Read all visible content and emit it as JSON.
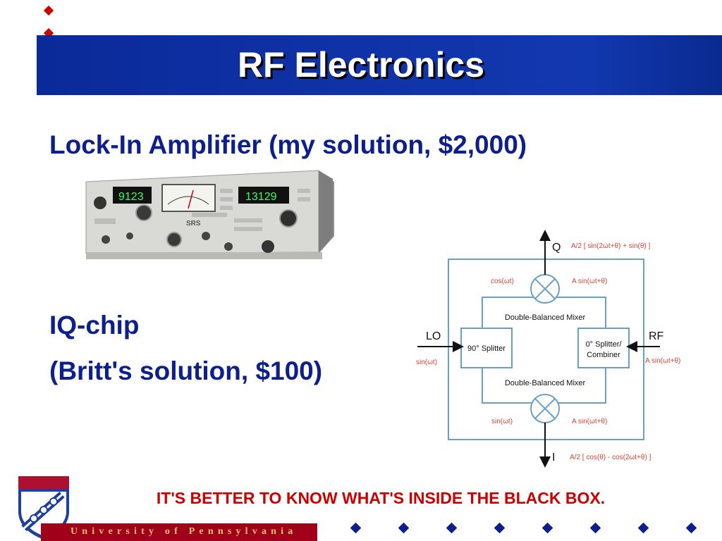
{
  "slide": {
    "title": "RF Electronics",
    "heading_lockin": "Lock-In Amplifier (my solution, $2,000)",
    "heading_iq": "IQ-chip",
    "heading_iq_sub": "(Britt's solution, $100)",
    "tagline": "IT'S BETTER TO KNOW WHAT'S INSIDE THE BLACK BOX.",
    "university": "University of Pennsylvania"
  },
  "instrument": {
    "display_left": "9123",
    "display_right": "13129",
    "logo": "SRS"
  },
  "diagram": {
    "port_q": "Q",
    "port_i": "I",
    "port_lo": "LO",
    "port_rf": "RF",
    "q_output": "A/2 [ sin(2ωt+θ) + sin(θ) ]",
    "i_output": "A/2 [ cos(θ) - cos(2ωt+θ) ]",
    "lo_signal": "sin(ωt)",
    "rf_signal": "A sin(ωt+θ)",
    "top_mixer_left": "cos(ωt)",
    "top_mixer_right": "A sin(ωt+θ)",
    "bottom_mixer_left": "sin(ωt)",
    "bottom_mixer_right": "A sin(ωt+θ)",
    "mixer_label_top": "Double-Balanced Mixer",
    "mixer_label_bottom": "Double-Balanced Mixer",
    "splitter_90_label": "90° Splitter",
    "splitter_0_line1": "0° Splitter/",
    "splitter_0_line2": "Combiner"
  },
  "colors": {
    "title_bar": "#0b2a99",
    "heading_text": "#0d1f8c",
    "accent_red": "#cc0000",
    "diagram_line": "#6a9fc9",
    "diagram_annotation": "#d0453a",
    "univ_bar": "#a0001a",
    "univ_text": "#e8c66a"
  }
}
